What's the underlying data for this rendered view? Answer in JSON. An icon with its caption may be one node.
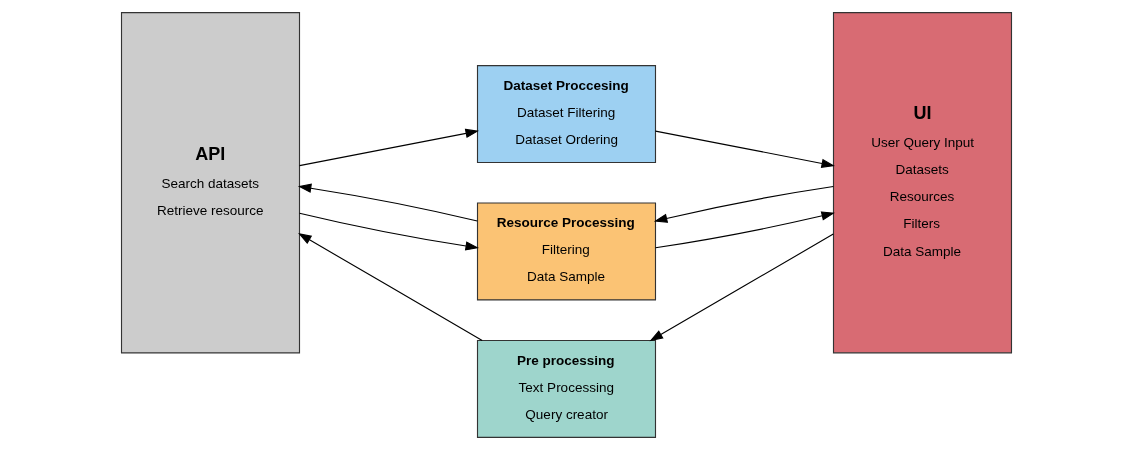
{
  "diagram": {
    "nodes": [
      {
        "text": [
          "API",
          "Search datasets",
          "Retrieve resource"
        ]
      },
      {
        "text": [
          "Pre processing",
          "Text Processing",
          "Query creator"
        ]
      },
      {
        "text": [
          "Dataset Proccesing",
          "Dataset Filtering",
          "Dataset Ordering"
        ]
      },
      {
        "text": [
          "Resource Processing",
          "Filtering",
          "Data Sample"
        ]
      },
      {
        "text": [
          "UI",
          "User Query Input",
          "Datasets",
          "Resources",
          "Filters",
          "Data Sample"
        ]
      }
    ],
    "edges": [
      {
        "from": 4,
        "to": 1,
        "arrow": "to"
      },
      {
        "from": 1,
        "to": 0,
        "arrow": "to"
      },
      {
        "from": 0,
        "to": 2,
        "arrow": "to"
      },
      {
        "from": 2,
        "to": 4,
        "arrow": "to"
      },
      {
        "from": 4,
        "to": 3,
        "arrow": "to"
      },
      {
        "from": 3,
        "to": 0,
        "arrow": "to"
      },
      {
        "from": 0,
        "to": 3,
        "arrow": "to"
      },
      {
        "from": 3,
        "to": 4,
        "arrow": "to"
      }
    ]
  }
}
